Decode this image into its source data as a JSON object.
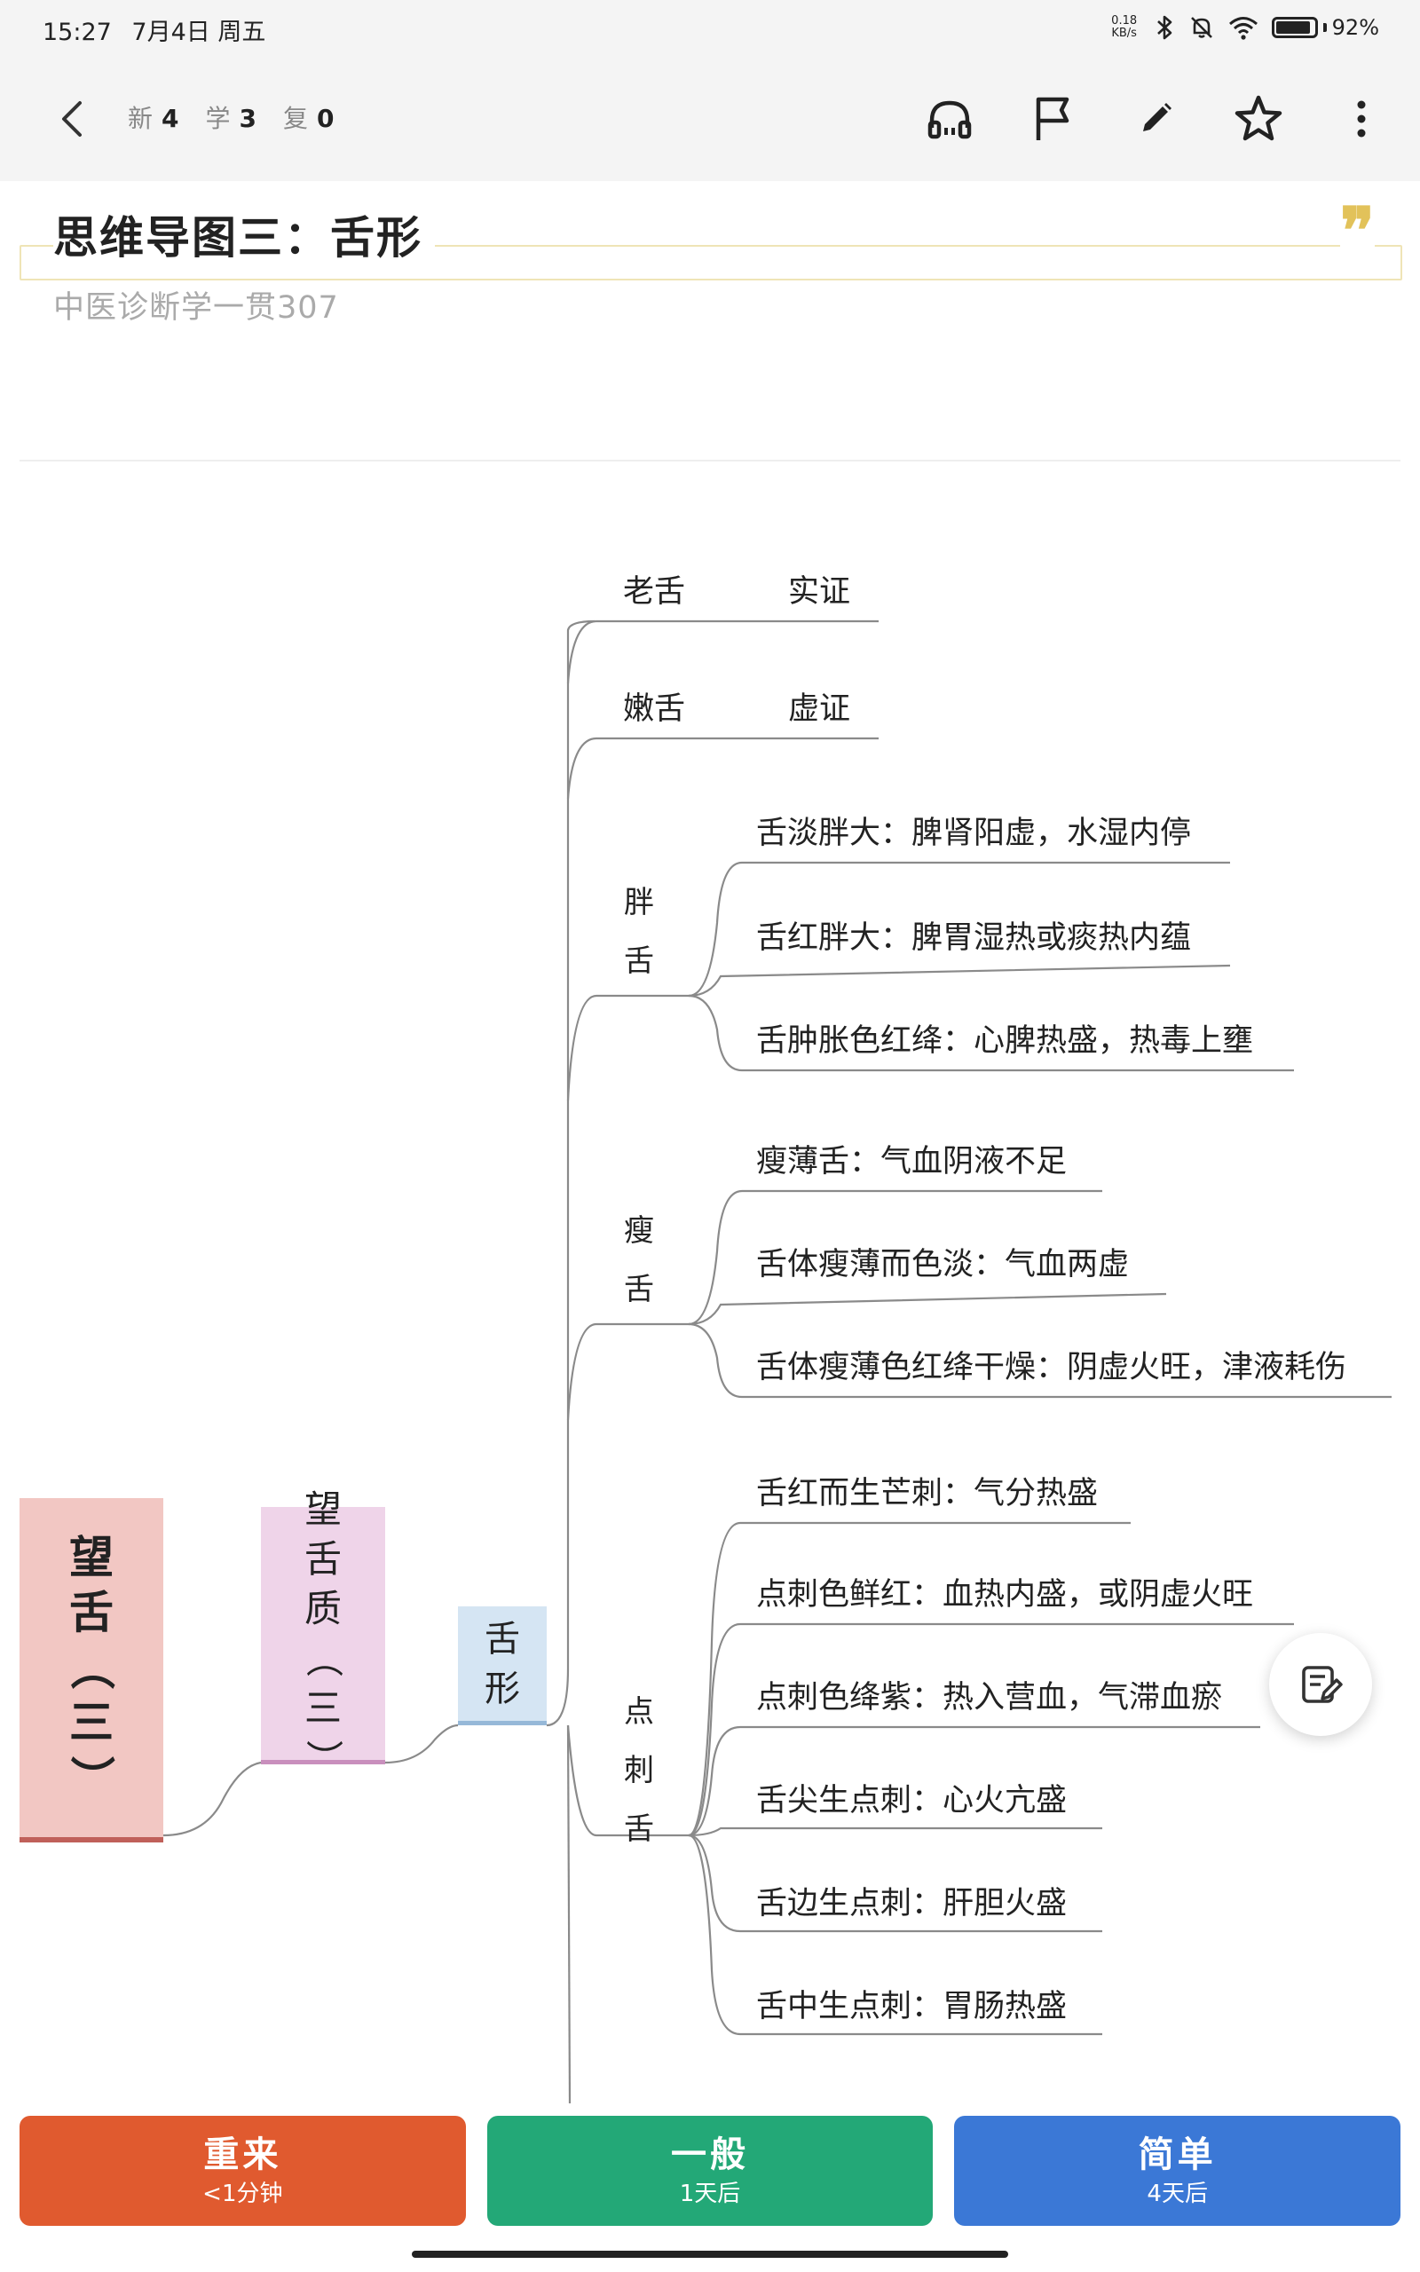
{
  "status_bar": {
    "time": "15:27",
    "date": "7月4日 周五",
    "net_speed_value": "0.18",
    "net_speed_unit": "KB/s",
    "battery": "92%",
    "battery_level": 0.92
  },
  "appbar": {
    "new_label": "新",
    "new_count": "4",
    "learn_label": "学",
    "learn_count": "3",
    "review_label": "复",
    "review_count": "0",
    "icons": [
      "back-icon",
      "headphones-icon",
      "flag-icon",
      "pencil-icon",
      "star-icon",
      "more-vertical-icon"
    ]
  },
  "card": {
    "title": "思维导图三：舌形",
    "subtitle": "中医诊断学一贯307",
    "quote_mark": "❞"
  },
  "mindmap": {
    "root": [
      "望",
      "舌",
      "（",
      "三",
      "）"
    ],
    "level1": [
      "望",
      "舌",
      "质",
      "（",
      "三",
      "）"
    ],
    "level2": [
      "舌",
      "形"
    ],
    "branches": {
      "old": {
        "label": "老舌",
        "result": "实证"
      },
      "tender": {
        "label": "嫩舌",
        "result": "虚证"
      },
      "fat": {
        "label": [
          "胖",
          "舌"
        ],
        "items": [
          "舌淡胖大：脾肾阳虚，水湿内停",
          "舌红胖大：脾胃湿热或痰热内蕴",
          "舌肿胀色红绛：心脾热盛，热毒上壅"
        ]
      },
      "thin": {
        "label": [
          "瘦",
          "舌"
        ],
        "items": [
          "瘦薄舌：气血阴液不足",
          "舌体瘦薄而色淡：气血两虚",
          "舌体瘦薄色红绛干燥：阴虚火旺，津液耗伤"
        ]
      },
      "prick": {
        "label": [
          "点",
          "刺",
          "舌"
        ],
        "items": [
          "舌红而生芒刺：气分热盛",
          "点刺色鲜红：血热内盛，或阴虚火旺",
          "点刺色绛紫：热入营血，气滞血瘀",
          "舌尖生点刺：心火亢盛",
          "舌边生点刺：肝胆火盛",
          "舌中生点刺：胃肠热盛"
        ]
      }
    }
  },
  "fab": {
    "icon": "edit-note-icon"
  },
  "answers": {
    "again": {
      "label": "重来",
      "interval": "<1分钟",
      "color": "#e05a2f"
    },
    "good": {
      "label": "一般",
      "interval": "1天后",
      "color": "#23a877"
    },
    "easy": {
      "label": "简单",
      "interval": "4天后",
      "color": "#3b78d6"
    }
  }
}
